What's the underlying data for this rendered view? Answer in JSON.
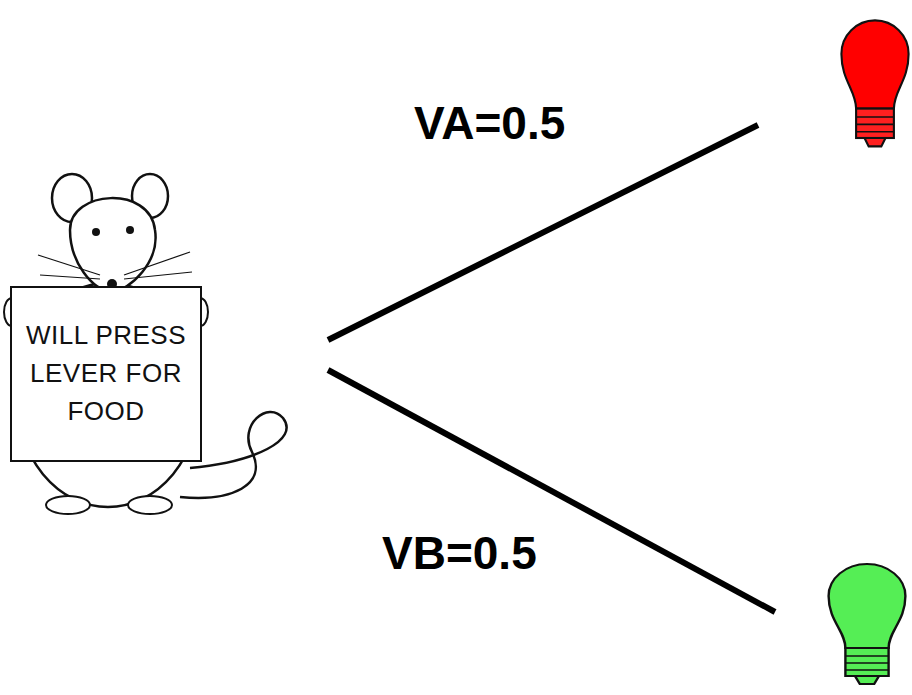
{
  "diagram": {
    "nodes": [
      {
        "text": [
          "WILL PRESS LEVER FOR FOOD"
        ]
      }
    ],
    "labels": [
      "VA=0.5",
      "VB=0.5"
    ]
  }
}
